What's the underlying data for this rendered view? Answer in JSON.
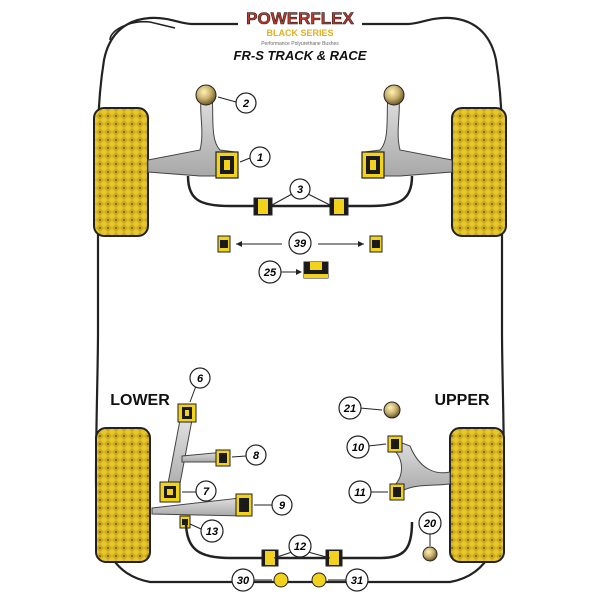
{
  "brand": {
    "name": "POWERFLEX",
    "series": "BLACK SERIES",
    "tagline": "Performance Polyurethane Bushes"
  },
  "title": "FR-S TRACK & RACE",
  "section_labels": {
    "lower": "LOWER",
    "upper": "UPPER"
  },
  "callouts": {
    "c1": "1",
    "c2": "2",
    "c3": "3",
    "c39": "39",
    "c25": "25",
    "c6": "6",
    "c8": "8",
    "c7": "7",
    "c9": "9",
    "c13": "13",
    "c12": "12",
    "c30": "30",
    "c31": "31",
    "c21": "21",
    "c10": "10",
    "c11": "11",
    "c20": "20"
  },
  "colors": {
    "bush_yellow": "#f2d21a",
    "bush_dark": "#1a1a1a",
    "tyre_yellow": "#e9c92c",
    "arm_grey": "#c9c9c9",
    "outline": "#222222",
    "brand_red": "#c0392b"
  }
}
